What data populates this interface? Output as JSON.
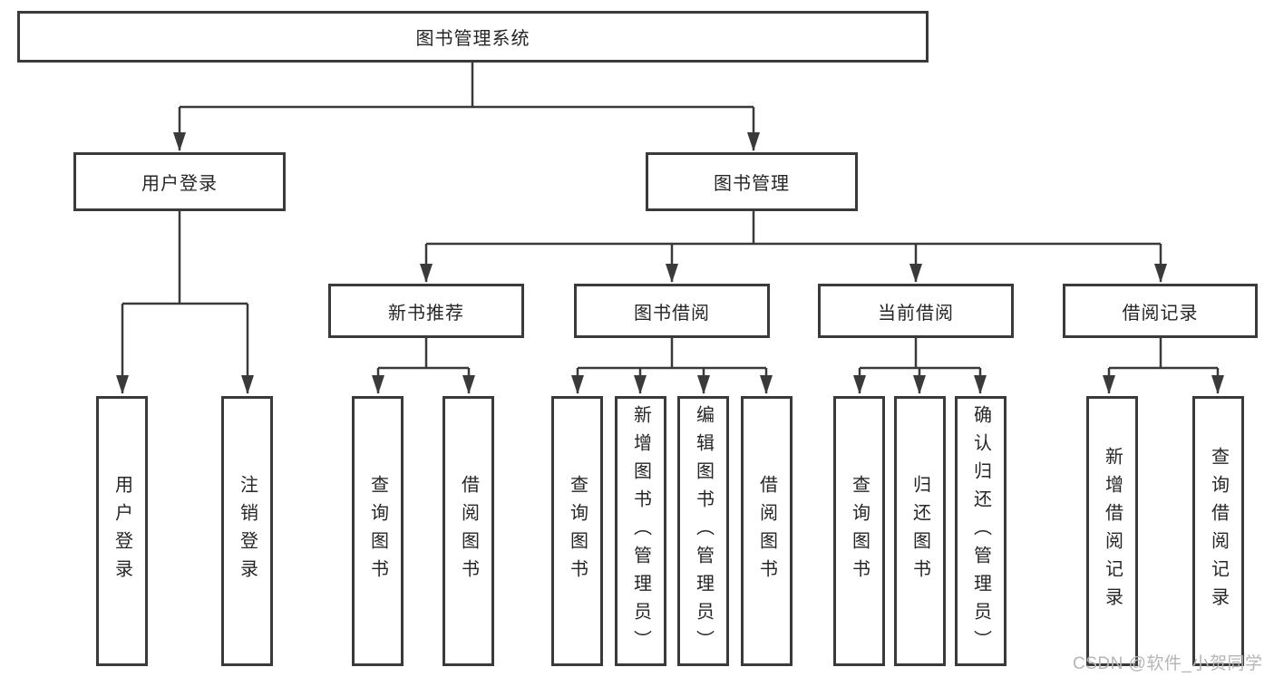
{
  "root": {
    "label": "图书管理系统"
  },
  "level2": [
    {
      "label": "用户登录"
    },
    {
      "label": "图书管理"
    }
  ],
  "level3": [
    {
      "label": "新书推荐",
      "parent": "图书管理"
    },
    {
      "label": "图书借阅",
      "parent": "图书管理"
    },
    {
      "label": "当前借阅",
      "parent": "图书管理"
    },
    {
      "label": "借阅记录",
      "parent": "图书管理"
    }
  ],
  "leaves": [
    {
      "label": "用户登录",
      "parent": "用户登录"
    },
    {
      "label": "注销登录",
      "parent": "用户登录"
    },
    {
      "label": "查询图书",
      "parent": "新书推荐"
    },
    {
      "label": "借阅图书",
      "parent": "新书推荐"
    },
    {
      "label": "查询图书",
      "parent": "图书借阅"
    },
    {
      "label": "新增图书（管理员）",
      "parent": "图书借阅"
    },
    {
      "label": "编辑图书（管理员）",
      "parent": "图书借阅"
    },
    {
      "label": "借阅图书",
      "parent": "图书借阅"
    },
    {
      "label": "查询图书",
      "parent": "当前借阅"
    },
    {
      "label": "归还图书",
      "parent": "当前借阅"
    },
    {
      "label": "确认归还（管理员）",
      "parent": "当前借阅"
    },
    {
      "label": "新增借阅记录",
      "parent": "借阅记录"
    },
    {
      "label": "查询借阅记录",
      "parent": "借阅记录"
    }
  ],
  "watermark": {
    "text": "CSDN @软件_小贺同学"
  },
  "colors": {
    "line": "#3a3a3a",
    "text": "#262626",
    "watermark": "#b5b5b5",
    "background": "#ffffff"
  }
}
